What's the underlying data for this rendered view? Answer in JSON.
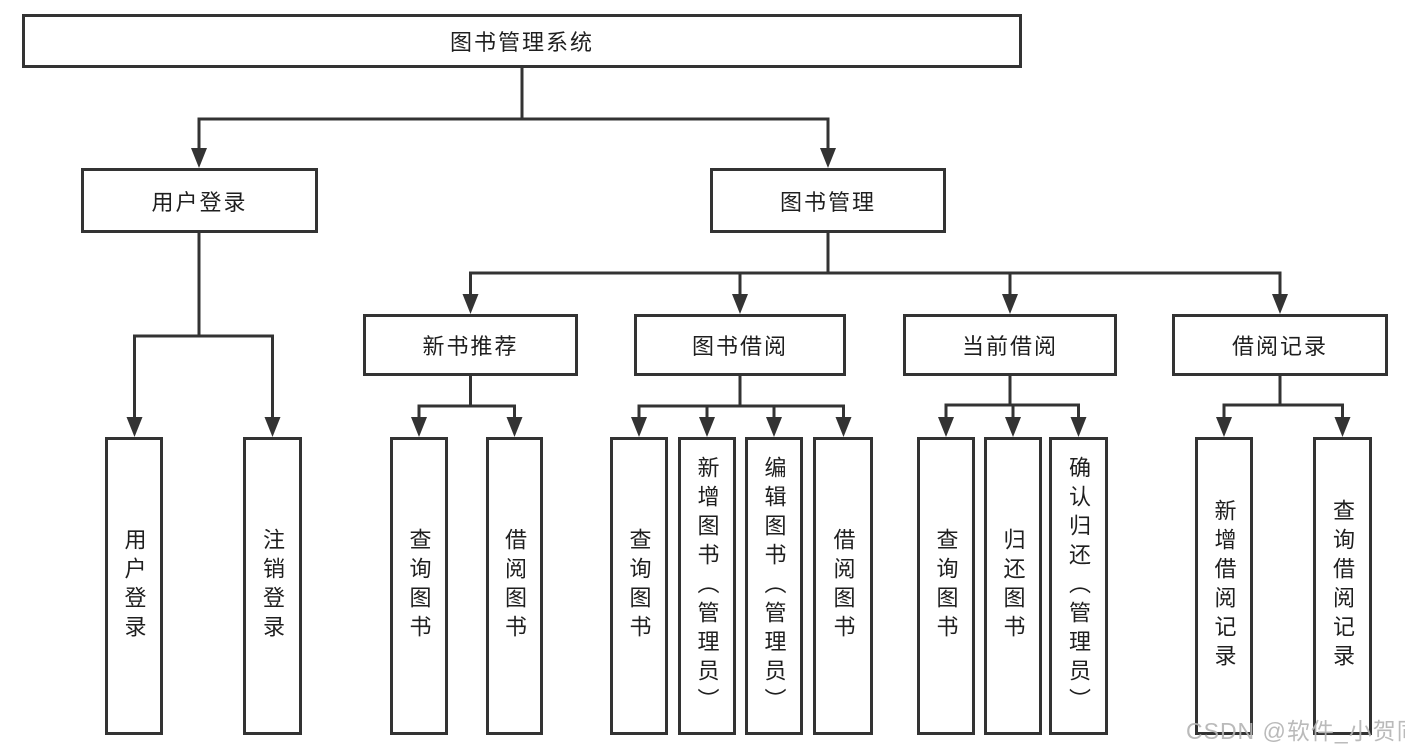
{
  "tree": {
    "label": "图书管理系统",
    "children": [
      {
        "label": "用户登录",
        "children": [
          {
            "label": "用户登录"
          },
          {
            "label": "注销登录"
          }
        ]
      },
      {
        "label": "图书管理",
        "children": [
          {
            "label": "新书推荐",
            "children": [
              {
                "label": "查询图书"
              },
              {
                "label": "借阅图书"
              }
            ]
          },
          {
            "label": "图书借阅",
            "children": [
              {
                "label": "查询图书"
              },
              {
                "label": "新增图书（管理员）"
              },
              {
                "label": "编辑图书（管理员）"
              },
              {
                "label": "借阅图书"
              }
            ]
          },
          {
            "label": "当前借阅",
            "children": [
              {
                "label": "查询图书"
              },
              {
                "label": "归还图书"
              },
              {
                "label": "确认归还（管理员）"
              }
            ]
          },
          {
            "label": "借阅记录",
            "children": [
              {
                "label": "新增借阅记录"
              },
              {
                "label": "查询借阅记录"
              }
            ]
          }
        ]
      }
    ]
  },
  "watermark": {
    "text": "CSDN @软件_小贺同学"
  },
  "colors": {
    "line": "#333333",
    "text": "#1f1f1f",
    "box_fill": "#ffffff",
    "watermark": "#b5b5b5",
    "background": "#ffffff"
  }
}
